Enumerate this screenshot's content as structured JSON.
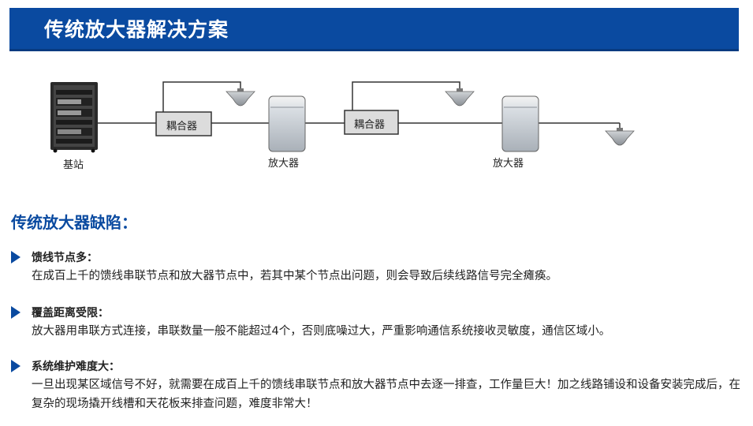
{
  "header": {
    "title": "传统放大器解决方案"
  },
  "diagram": {
    "base_station_label": "基站",
    "coupler_1_label": "耦合器",
    "coupler_2_label": "耦合器",
    "amplifier_1_label": "放大器",
    "amplifier_2_label": "放大器"
  },
  "section": {
    "title": "传统放大器缺陷：",
    "items": [
      {
        "heading": "馈线节点多：",
        "text": "在成百上千的馈线串联节点和放大器节点中，若其中某个节点出问题，则会导致后续线路信号完全瘫痪。"
      },
      {
        "heading": "覆盖距离受限：",
        "text": "放大器用串联方式连接，串联数量一般不能超过4个，否则底噪过大，严重影响通信系统接收灵敏度，通信区域小。"
      },
      {
        "heading": "系统维护难度大：",
        "text": "一旦出现某区域信号不好，就需要在成百上千的馈线串联节点和放大器节点中去逐一排查，工作量巨大！加之线路铺设和设备安装完成后，在复杂的现场撬开线槽和天花板来排查问题，难度非常大！"
      }
    ]
  },
  "colors": {
    "accent": "#0a4aa0",
    "title_text": "#ffffff"
  }
}
